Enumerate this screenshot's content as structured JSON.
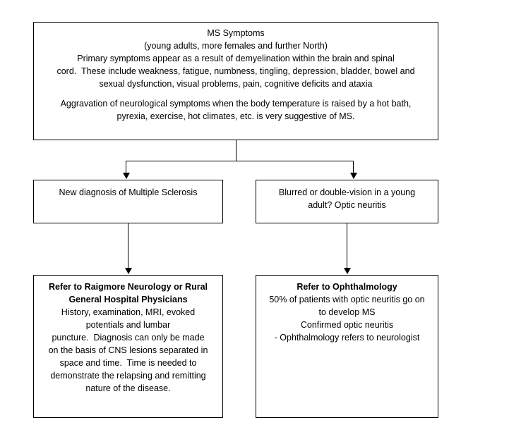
{
  "diagram": {
    "type": "flowchart",
    "title": "MS Symptoms referral pathway",
    "nodes": {
      "symptoms": {
        "name": "MS Symptoms",
        "lines": [
          "MS Symptoms",
          "(young adults, more females and further North)",
          "Primary symptoms appear as a result of demyelination within the brain and spinal",
          "cord.  These include weakness, fatigue, numbness, tingling, depression, bladder, bowel and",
          "sexual dysfunction, visual problems, pain, cognitive deficits and ataxia",
          "",
          "Aggravation of neurological symptoms when the body temperature is raised by a hot bath,",
          "pyrexia, exercise, hot climates, etc. is very suggestive of MS."
        ]
      },
      "new_diagnosis": {
        "name": "New diagnosis of Multiple Sclerosis",
        "lines": [
          "New diagnosis of Multiple Sclerosis"
        ]
      },
      "blurred_vision": {
        "name": "Blurred or double-vision in a young adult? Optic neuritis",
        "lines": [
          "Blurred or double-vision in a young",
          "adult? Optic neuritis"
        ]
      },
      "refer_neurology": {
        "name": "Refer to Raigmore Neurology or Rural General Hospital Physicians",
        "heading": [
          "Refer to Raigmore Neurology or Rural",
          "General Hospital Physicians"
        ],
        "lines": [
          "History, examination, MRI, evoked",
          "potentials and lumbar",
          "puncture.  Diagnosis can only be made",
          "on the basis of CNS lesions separated in",
          "space and time.  Time is needed to",
          "demonstrate the relapsing and remitting",
          "nature of the disease."
        ]
      },
      "refer_ophthalmology": {
        "name": "Refer to Ophthalmology",
        "heading": [
          "Refer to Ophthalmology"
        ],
        "lines": [
          "50% of patients with optic neuritis go on",
          "to develop MS",
          "Confirmed optic neuritis",
          "- Ophthalmology refers to neurologist"
        ]
      }
    },
    "connectors": [
      {
        "from": "symptoms",
        "to": "new_diagnosis",
        "style": "elbow-arrow"
      },
      {
        "from": "symptoms",
        "to": "blurred_vision",
        "style": "elbow-arrow"
      },
      {
        "from": "new_diagnosis",
        "to": "refer_neurology",
        "style": "straight-arrow"
      },
      {
        "from": "blurred_vision",
        "to": "refer_ophthalmology",
        "style": "straight-arrow"
      }
    ],
    "colors": {
      "background": "#ffffff",
      "stroke": "#000000",
      "text": "#000000"
    }
  }
}
